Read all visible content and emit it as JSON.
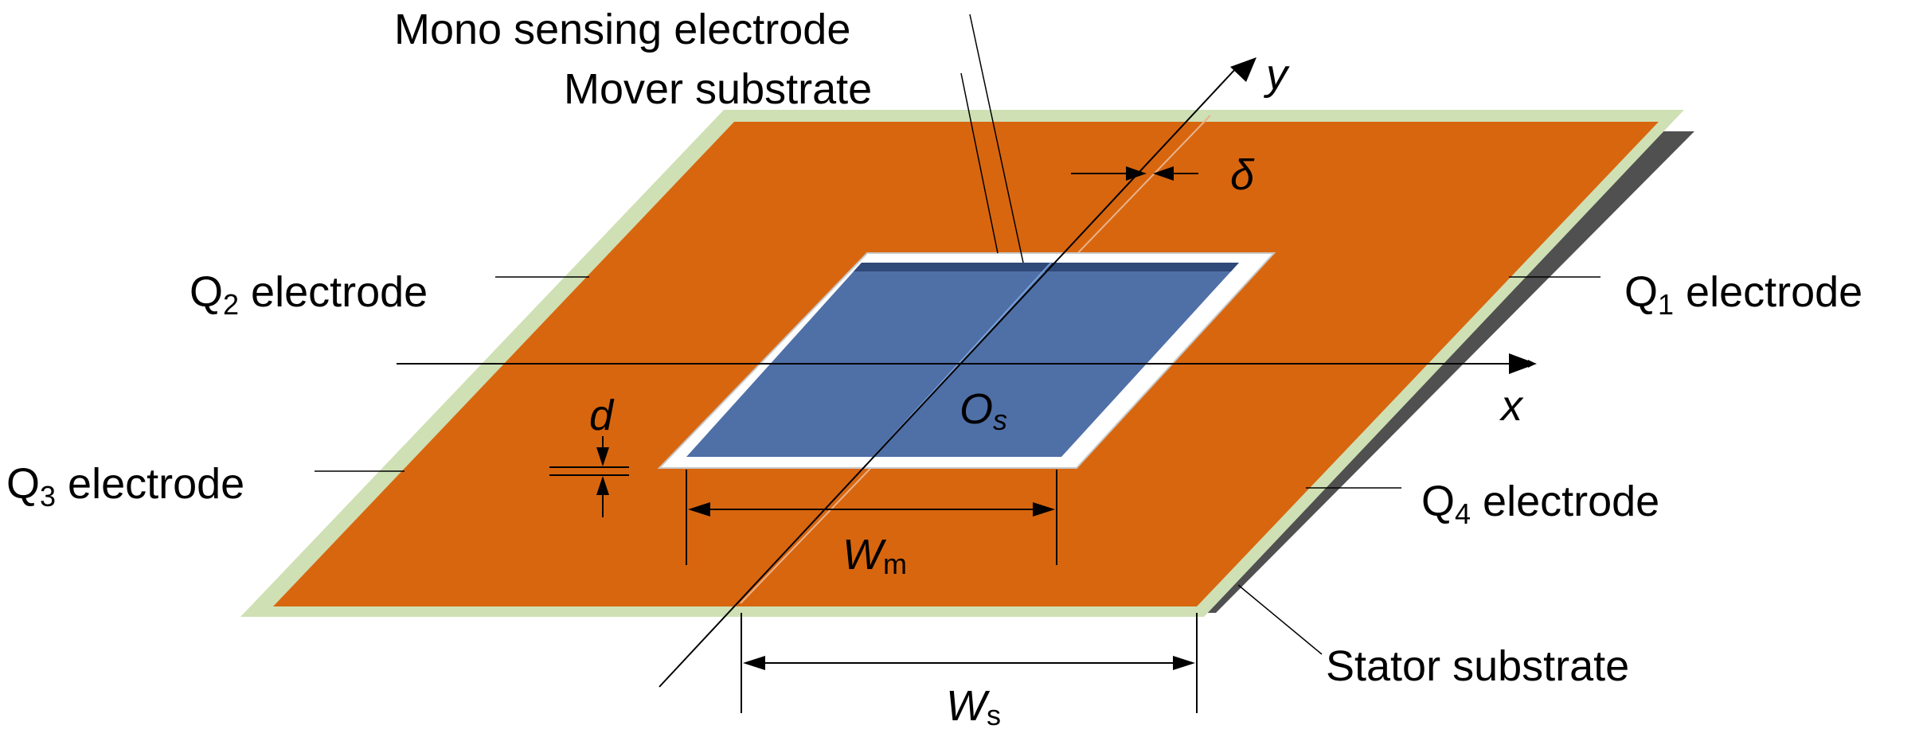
{
  "labels": {
    "mono_sensing_electrode": "Mono sensing electrode",
    "mover_substrate": "Mover substrate",
    "stator_substrate": "Stator substrate",
    "q1": {
      "main": "Q",
      "sub": "1",
      "rest": " electrode"
    },
    "q2": {
      "main": "Q",
      "sub": "2",
      "rest": " electrode"
    },
    "q3": {
      "main": "Q",
      "sub": "3",
      "rest": " electrode"
    },
    "q4": {
      "main": "Q",
      "sub": "4",
      "rest": " electrode"
    }
  },
  "axes": {
    "x": "x",
    "y": "y"
  },
  "symbols": {
    "delta": "δ",
    "d": "d",
    "origin": {
      "main": "O",
      "sub": "s"
    },
    "wm": {
      "main": "W",
      "sub": "m"
    },
    "ws": {
      "main": "W",
      "sub": "s"
    }
  },
  "colors": {
    "stator_substrate": "#cfe0b4",
    "shadow": "#505050",
    "electrode": "#d8660f",
    "mover_frame": "#ffffff",
    "mover_frame_edge": "#c8c8c8",
    "sensing_electrode": "#4f6fa7",
    "sensing_electrode_dark": "#2f4978",
    "line": "#000000"
  }
}
